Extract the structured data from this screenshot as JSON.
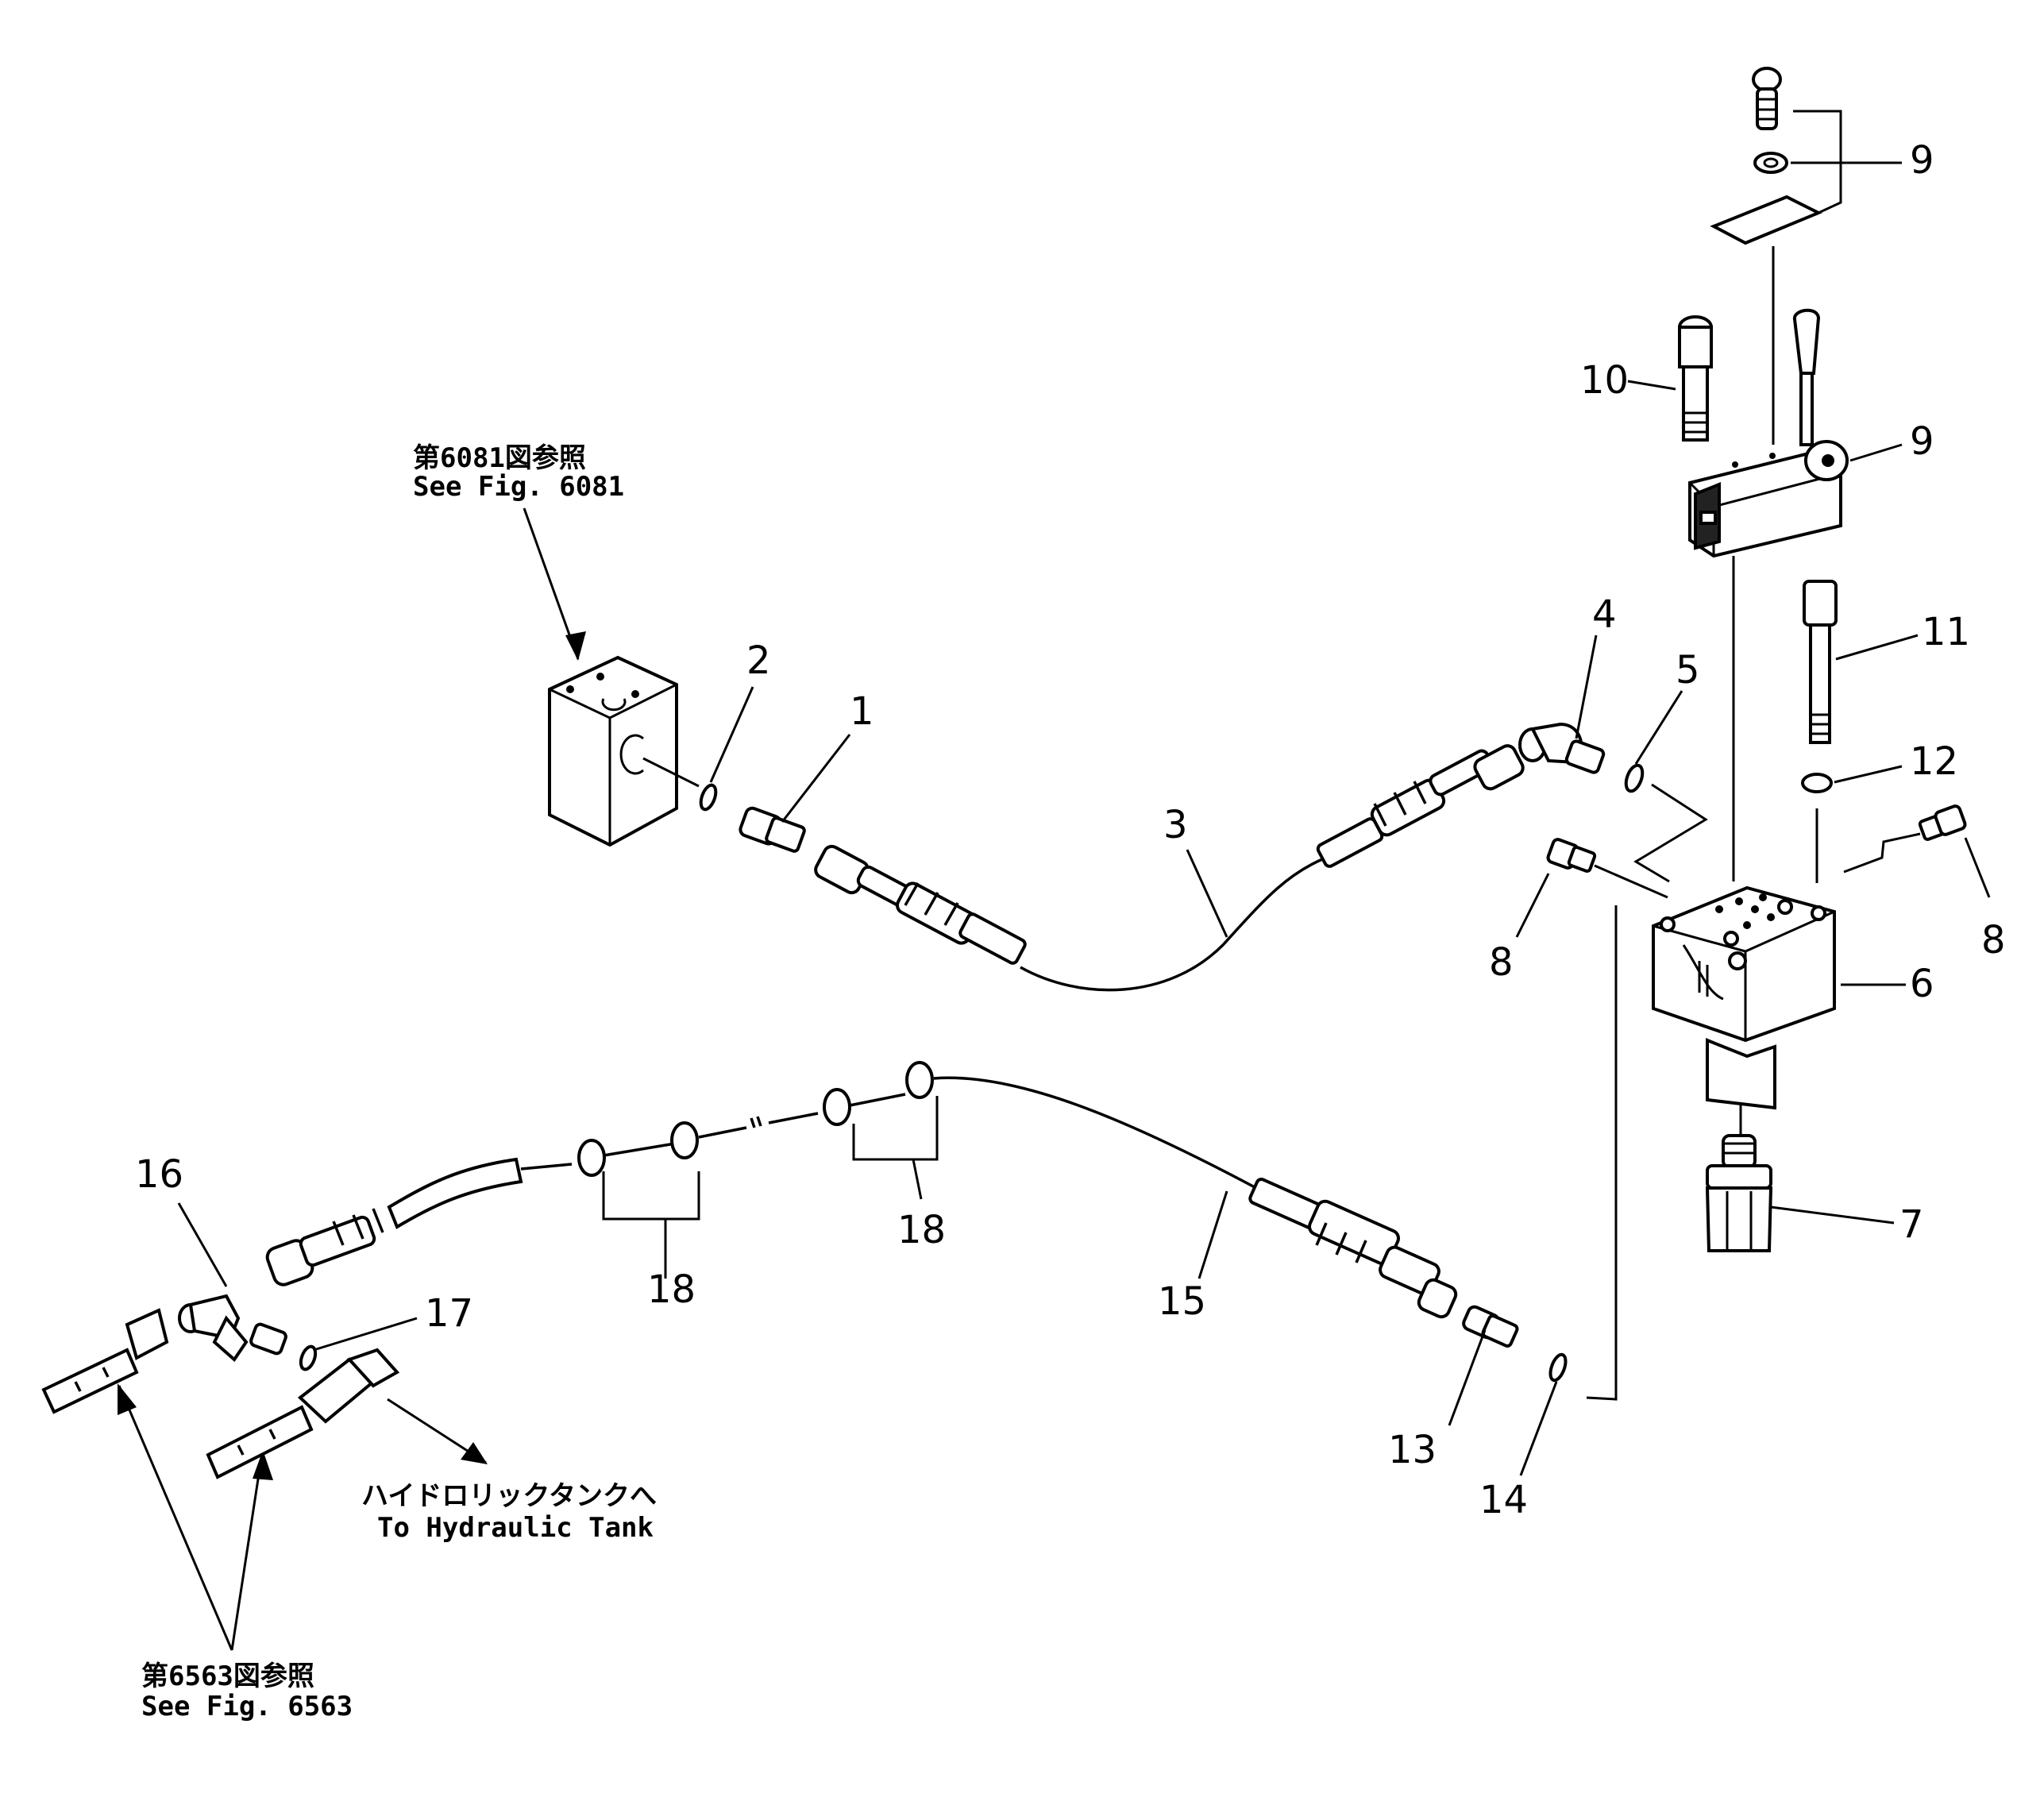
{
  "callouts": [
    "1",
    "2",
    "3",
    "4",
    "5",
    "6",
    "7",
    "8",
    "8",
    "9",
    "9",
    "10",
    "11",
    "12",
    "13",
    "14",
    "15",
    "16",
    "17",
    "18",
    "18"
  ],
  "notes": {
    "fig6081_jp": "第6081図参照",
    "fig6081_en": "See  Fig.  6081",
    "fig6563_jp": "第6563図参照",
    "fig6563_en": "See  Fig.  6563",
    "tank_jp": "ハイドロリックタンクへ",
    "tank_en": "To  Hydraulic  Tank"
  }
}
